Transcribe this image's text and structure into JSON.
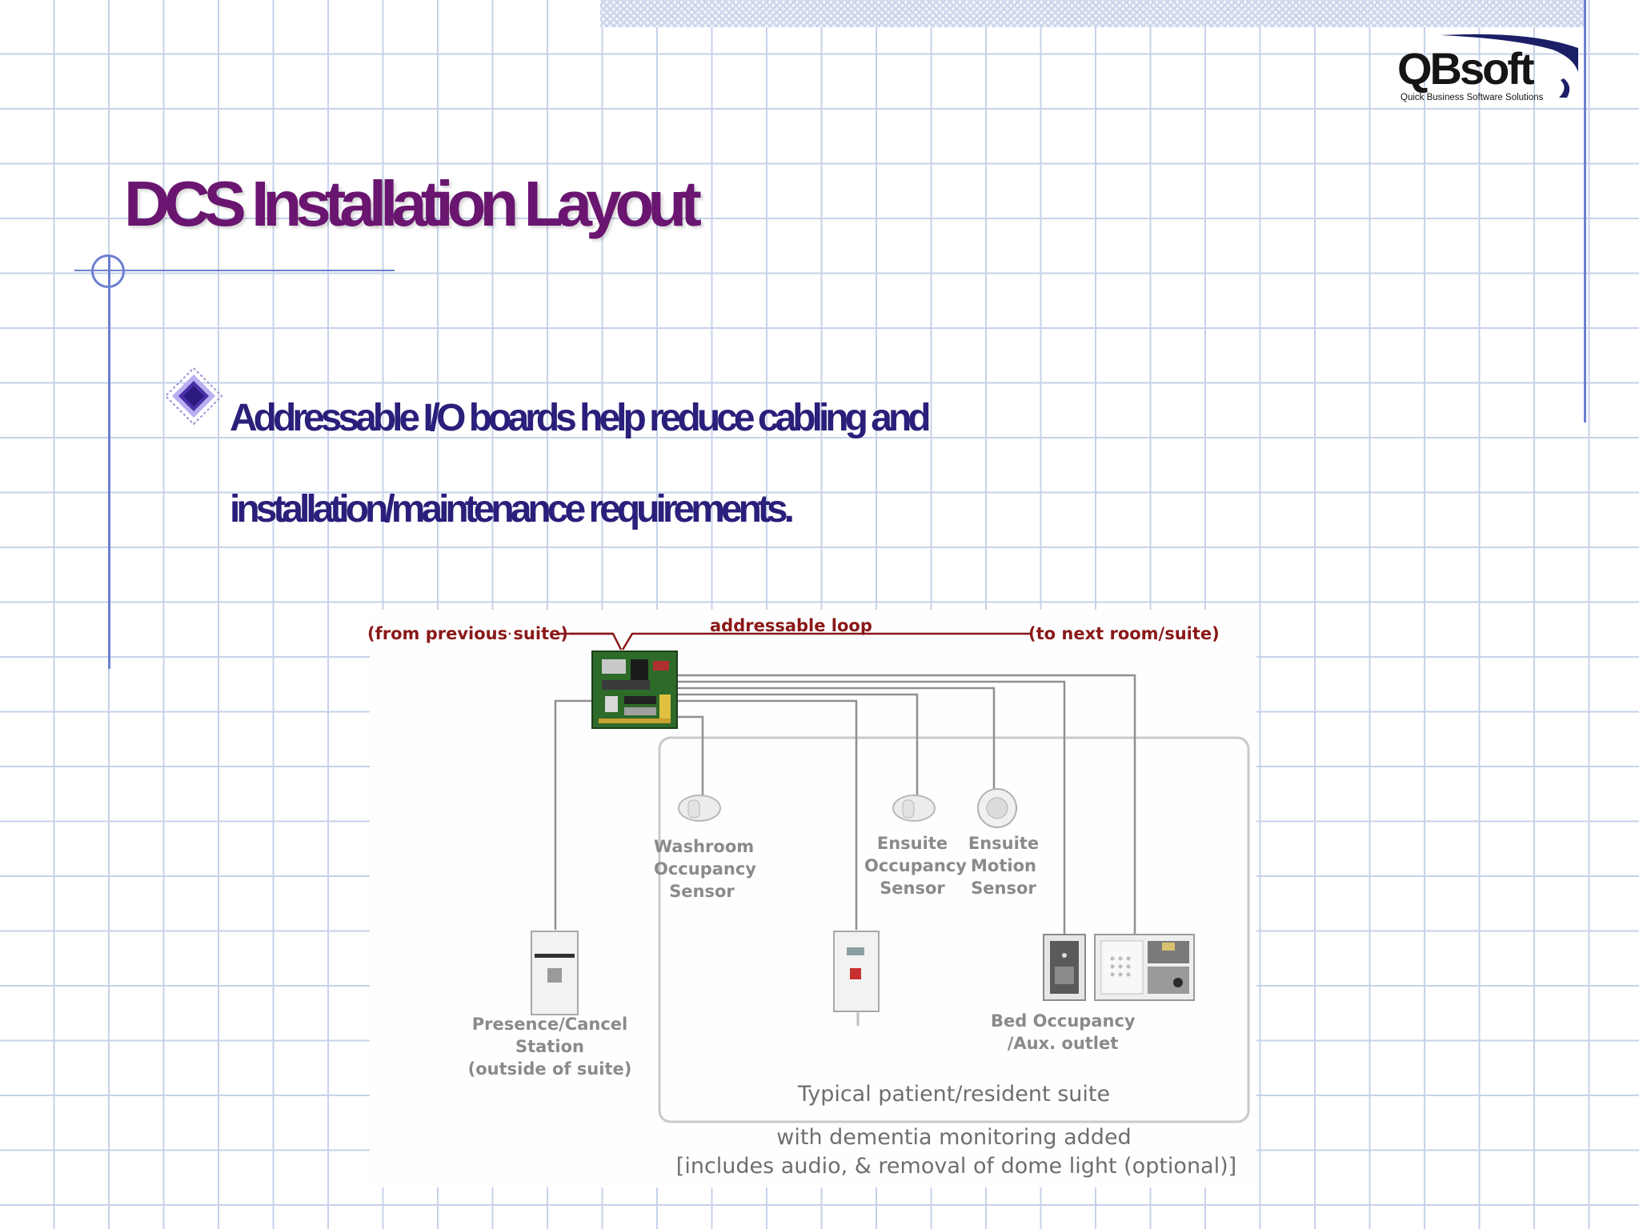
{
  "logo": {
    "name": "QBsoft",
    "tagline": "Quick Business Software Solutions"
  },
  "slide": {
    "title": "DCS Installation Layout",
    "bullet": "Addressable I/O boards help reduce cabling and installation/maintenance requirements."
  },
  "diagram": {
    "loop_from": "(from previous suite)",
    "loop": "addressable loop",
    "loop_to": "(to next room/suite)",
    "washroom": [
      "Washroom",
      "Occupancy",
      "Sensor"
    ],
    "ensuite_occ": [
      "Ensuite",
      "Occupancy",
      "Sensor"
    ],
    "ensuite_motion": [
      "Ensuite",
      "Motion",
      "Sensor"
    ],
    "presence": [
      "Presence/Cancel",
      "Station",
      "(outside of suite)"
    ],
    "bed": [
      "Bed Occupancy",
      "/Aux. outlet"
    ],
    "caption_1": "Typical patient/resident suite",
    "caption_2": "with dementia monitoring added",
    "caption_3": "[includes audio, & removal of dome light (optional)]"
  },
  "colors": {
    "title": "#6a1670",
    "bullet": "#2a1f7a",
    "accent": "#4a2fa8",
    "loop": "#8a1818",
    "grid": "#c6d2ea"
  }
}
